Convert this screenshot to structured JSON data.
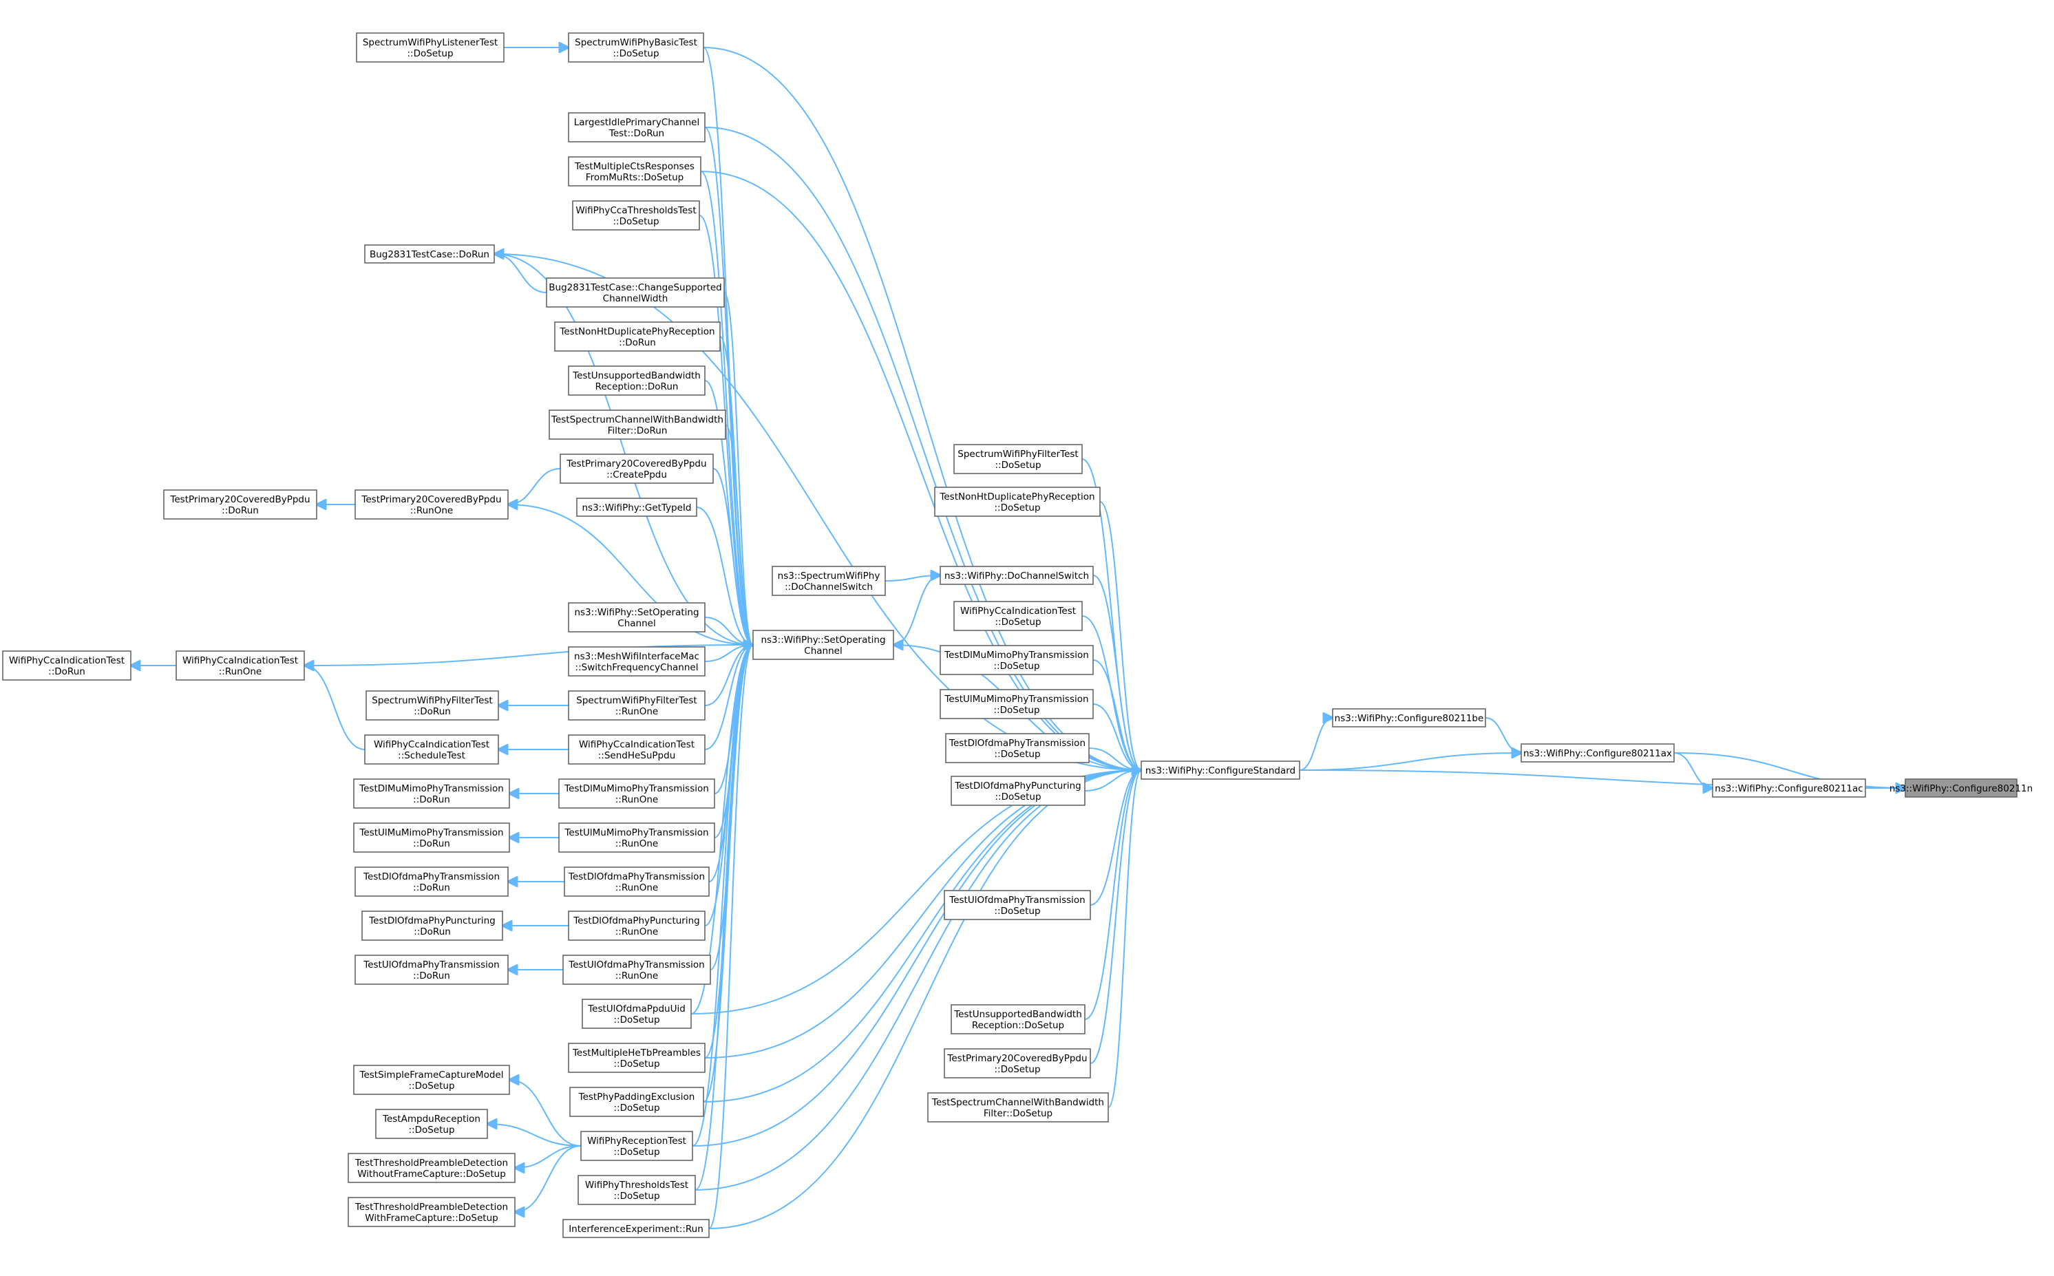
{
  "colors": {
    "edge": "#63b8ff",
    "node_border": "#666666",
    "root_fill": "#999999",
    "node_fill": "#ffffff"
  },
  "nodes": [
    {
      "id": "c80211n",
      "lines": [
        "ns3::WifiPhy::Configure80211n"
      ],
      "root": true
    },
    {
      "id": "c80211ax",
      "lines": [
        "ns3::WifiPhy::Configure80211ax"
      ]
    },
    {
      "id": "c80211ac",
      "lines": [
        "ns3::WifiPhy::Configure80211ac"
      ]
    },
    {
      "id": "c80211be",
      "lines": [
        "ns3::WifiPhy::Configure80211be"
      ]
    },
    {
      "id": "cfgstd",
      "lines": [
        "ns3::WifiPhy::ConfigureStandard"
      ]
    },
    {
      "id": "setop",
      "lines": [
        "ns3::WifiPhy::SetOperating",
        "Channel"
      ]
    },
    {
      "id": "dochsw",
      "lines": [
        "ns3::WifiPhy::DoChannelSwitch"
      ]
    },
    {
      "id": "specdochsw",
      "lines": [
        "ns3::SpectrumWifiPhy",
        "::DoChannelSwitch"
      ]
    },
    {
      "id": "sfilt_setup",
      "lines": [
        "SpectrumWifiPhyFilterTest",
        "::DoSetup"
      ]
    },
    {
      "id": "nonht_setup",
      "lines": [
        "TestNonHtDuplicatePhyReception",
        "::DoSetup"
      ]
    },
    {
      "id": "ccaind_setup",
      "lines": [
        "WifiPhyCcaIndicationTest",
        "::DoSetup"
      ]
    },
    {
      "id": "dlmu_setup",
      "lines": [
        "TestDlMuMimoPhyTransmission",
        "::DoSetup"
      ]
    },
    {
      "id": "ulmu_setup",
      "lines": [
        "TestUlMuMimoPhyTransmission",
        "::DoSetup"
      ]
    },
    {
      "id": "dlofdma_setup",
      "lines": [
        "TestDlOfdmaPhyTransmission",
        "::DoSetup"
      ]
    },
    {
      "id": "dlpunct_setup",
      "lines": [
        "TestDlOfdmaPhyPuncturing",
        "::DoSetup"
      ]
    },
    {
      "id": "ulofdma_setup",
      "lines": [
        "TestUlOfdmaPhyTransmission",
        "::DoSetup"
      ]
    },
    {
      "id": "unsup_setup",
      "lines": [
        "TestUnsupportedBandwidth",
        "Reception::DoSetup"
      ]
    },
    {
      "id": "prim_setup",
      "lines": [
        "TestPrimary20CoveredByPpdu",
        "::DoSetup"
      ]
    },
    {
      "id": "specbw_setup",
      "lines": [
        "TestSpectrumChannelWithBandwidth",
        "Filter::DoSetup"
      ]
    },
    {
      "id": "sbasic_setup",
      "lines": [
        "SpectrumWifiPhyBasicTest",
        "::DoSetup"
      ]
    },
    {
      "id": "slisten_setup",
      "lines": [
        "SpectrumWifiPhyListenerTest",
        "::DoSetup"
      ]
    },
    {
      "id": "largest_run",
      "lines": [
        "LargestIdlePrimaryChannel",
        "Test::DoRun"
      ]
    },
    {
      "id": "multicts_setup",
      "lines": [
        "TestMultipleCtsResponses",
        "FromMuRts::DoSetup"
      ]
    },
    {
      "id": "ccathr_setup",
      "lines": [
        "WifiPhyCcaThresholdsTest",
        "::DoSetup"
      ]
    },
    {
      "id": "bug_run",
      "lines": [
        "Bug2831TestCase::DoRun"
      ]
    },
    {
      "id": "bug_change",
      "lines": [
        "Bug2831TestCase::ChangeSupported",
        "ChannelWidth"
      ]
    },
    {
      "id": "nonht_run",
      "lines": [
        "TestNonHtDuplicatePhyReception",
        "::DoRun"
      ]
    },
    {
      "id": "unsup_run",
      "lines": [
        "TestUnsupportedBandwidth",
        "Reception::DoRun"
      ]
    },
    {
      "id": "specbw_run",
      "lines": [
        "TestSpectrumChannelWithBandwidth",
        "Filter::DoRun"
      ]
    },
    {
      "id": "prim_create",
      "lines": [
        "TestPrimary20CoveredByPpdu",
        "::CreatePpdu"
      ]
    },
    {
      "id": "gettypeid",
      "lines": [
        "ns3::WifiPhy::GetTypeId"
      ]
    },
    {
      "id": "prim_runone",
      "lines": [
        "TestPrimary20CoveredByPpdu",
        "::RunOne"
      ]
    },
    {
      "id": "prim_dorun",
      "lines": [
        "TestPrimary20CoveredByPpdu",
        "::DoRun"
      ]
    },
    {
      "id": "ccaind_runone",
      "lines": [
        "WifiPhyCcaIndicationTest",
        "::RunOne"
      ]
    },
    {
      "id": "ccaind_dorun",
      "lines": [
        "WifiPhyCcaIndicationTest",
        "::DoRun"
      ]
    },
    {
      "id": "setop2",
      "lines": [
        "ns3::WifiPhy::SetOperating",
        "Channel"
      ]
    },
    {
      "id": "mesh_switch",
      "lines": [
        "ns3::MeshWifiInterfaceMac",
        "::SwitchFrequencyChannel"
      ]
    },
    {
      "id": "sfilt_runone",
      "lines": [
        "SpectrumWifiPhyFilterTest",
        "::RunOne"
      ]
    },
    {
      "id": "sfilt_dorun",
      "lines": [
        "SpectrumWifiPhyFilterTest",
        "::DoRun"
      ]
    },
    {
      "id": "ccaind_sched",
      "lines": [
        "WifiPhyCcaIndicationTest",
        "::ScheduleTest"
      ]
    },
    {
      "id": "ccaind_sendhe",
      "lines": [
        "WifiPhyCcaIndicationTest",
        "::SendHeSuPpdu"
      ]
    },
    {
      "id": "dlmu_runone",
      "lines": [
        "TestDlMuMimoPhyTransmission",
        "::RunOne"
      ]
    },
    {
      "id": "dlmu_dorun",
      "lines": [
        "TestDlMuMimoPhyTransmission",
        "::DoRun"
      ]
    },
    {
      "id": "ulmu_runone",
      "lines": [
        "TestUlMuMimoPhyTransmission",
        "::RunOne"
      ]
    },
    {
      "id": "ulmu_dorun",
      "lines": [
        "TestUlMuMimoPhyTransmission",
        "::DoRun"
      ]
    },
    {
      "id": "dlofdma_runone",
      "lines": [
        "TestDlOfdmaPhyTransmission",
        "::RunOne"
      ]
    },
    {
      "id": "dlofdma_dorun",
      "lines": [
        "TestDlOfdmaPhyTransmission",
        "::DoRun"
      ]
    },
    {
      "id": "dlpunct_runone",
      "lines": [
        "TestDlOfdmaPhyPuncturing",
        "::RunOne"
      ]
    },
    {
      "id": "dlpunct_dorun",
      "lines": [
        "TestDlOfdmaPhyPuncturing",
        "::DoRun"
      ]
    },
    {
      "id": "ulofdma_runone",
      "lines": [
        "TestUlOfdmaPhyTransmission",
        "::RunOne"
      ]
    },
    {
      "id": "ulofdma_dorun",
      "lines": [
        "TestUlOfdmaPhyTransmission",
        "::DoRun"
      ]
    },
    {
      "id": "uluid_setup",
      "lines": [
        "TestUlOfdmaPpduUid",
        "::DoSetup"
      ]
    },
    {
      "id": "multihetb_setup",
      "lines": [
        "TestMultipleHeTbPreambles",
        "::DoSetup"
      ]
    },
    {
      "id": "padding_setup",
      "lines": [
        "TestPhyPaddingExclusion",
        "::DoSetup"
      ]
    },
    {
      "id": "recv_setup",
      "lines": [
        "WifiPhyReceptionTest",
        "::DoSetup"
      ]
    },
    {
      "id": "simplecap_setup",
      "lines": [
        "TestSimpleFrameCaptureModel",
        "::DoSetup"
      ]
    },
    {
      "id": "ampdu_setup",
      "lines": [
        "TestAmpduReception",
        "::DoSetup"
      ]
    },
    {
      "id": "thrwithout_setup",
      "lines": [
        "TestThresholdPreambleDetection",
        "WithoutFrameCapture::DoSetup"
      ]
    },
    {
      "id": "thrwith_setup",
      "lines": [
        "TestThresholdPreambleDetection",
        "WithFrameCapture::DoSetup"
      ]
    },
    {
      "id": "thr_setup",
      "lines": [
        "WifiPhyThresholdsTest",
        "::DoSetup"
      ]
    },
    {
      "id": "interf_run",
      "lines": [
        "InterferenceExperiment::Run"
      ]
    }
  ]
}
